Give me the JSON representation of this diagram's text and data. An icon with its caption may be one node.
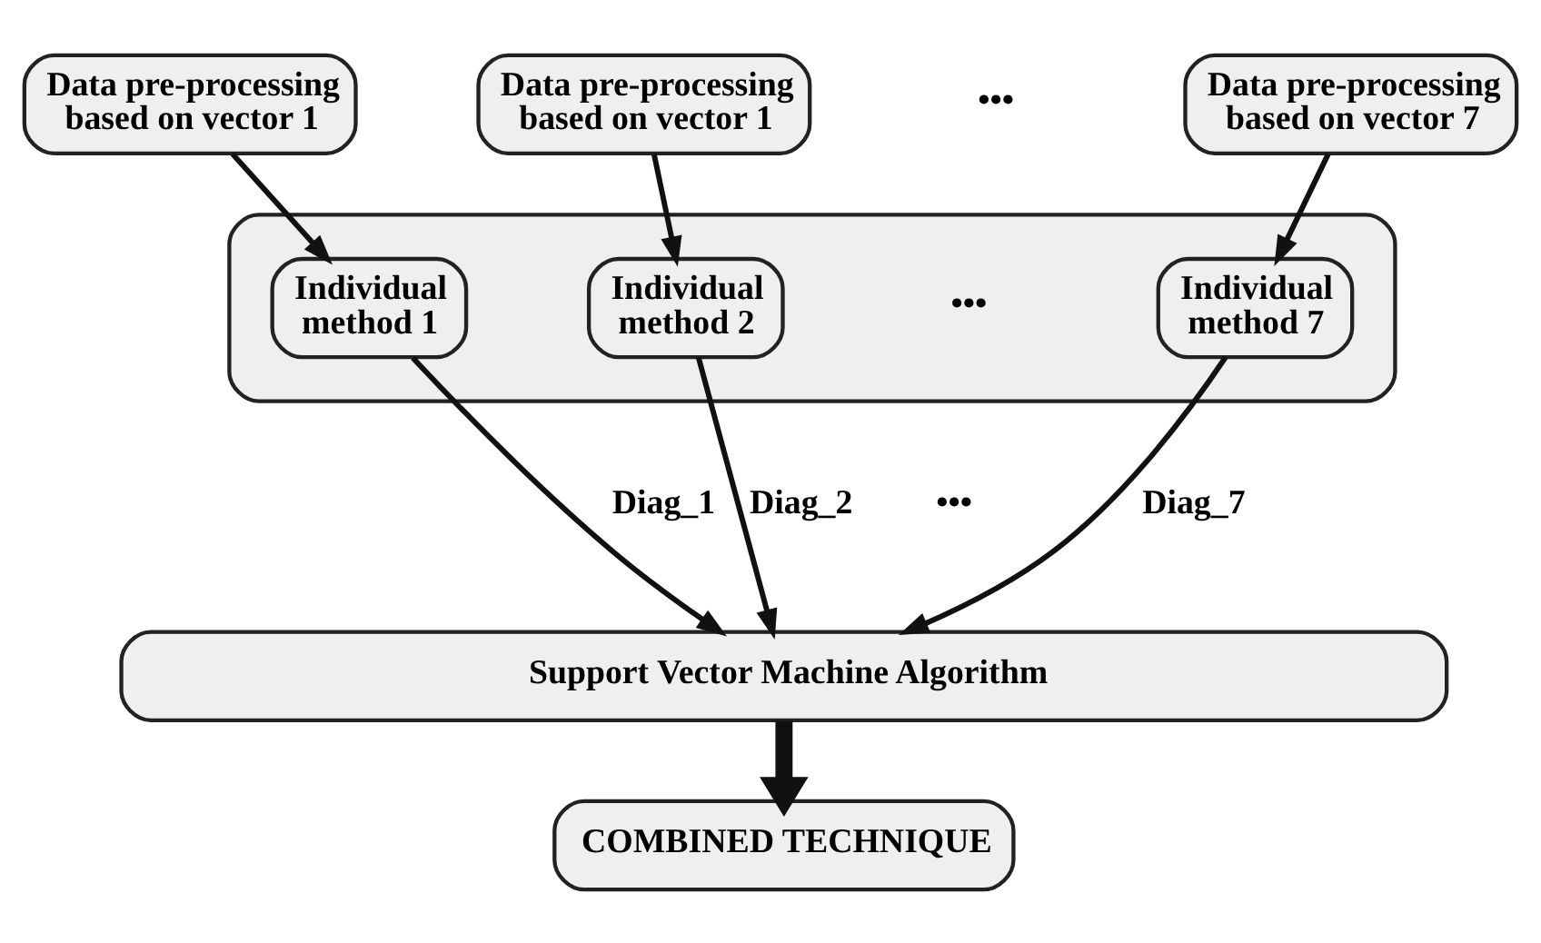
{
  "diagram": {
    "nodes": [
      {
        "text": [
          "Data pre-processing based on vector 1"
        ]
      },
      {
        "text": [
          "Data pre-processing based on vector 1"
        ]
      },
      {
        "text": [
          "Data pre-processing based on vector 7"
        ]
      },
      {
        "text": [],
        "shape": "box"
      },
      {
        "text": [
          "Individual method 1"
        ],
        "in": 3
      },
      {
        "text": [
          "Individual method 2"
        ],
        "in": 3
      },
      {
        "text": [
          "Individual method 7"
        ],
        "in": 3
      },
      {
        "text": [
          "Support Vector Machine Algorithm"
        ]
      },
      {
        "text": [
          "COMBINED TECHNIQUE"
        ]
      }
    ],
    "edges": [
      {
        "from": 0,
        "to": 4,
        "arrow": "to"
      },
      {
        "from": 1,
        "to": 5,
        "arrow": "to"
      },
      {
        "from": 2,
        "to": 6,
        "arrow": "to"
      },
      {
        "from": 4,
        "to": 7,
        "arrow": "to",
        "label": "Diag_1"
      },
      {
        "from": 5,
        "to": 7,
        "arrow": "to",
        "label": "Diag_2"
      },
      {
        "from": 6,
        "to": 7,
        "arrow": "to",
        "label": "Diag_7"
      },
      {
        "from": 7,
        "to": 8,
        "arrow": "to",
        "style": "thick"
      }
    ],
    "labels": [
      "•••",
      "•••",
      "•••"
    ]
  }
}
